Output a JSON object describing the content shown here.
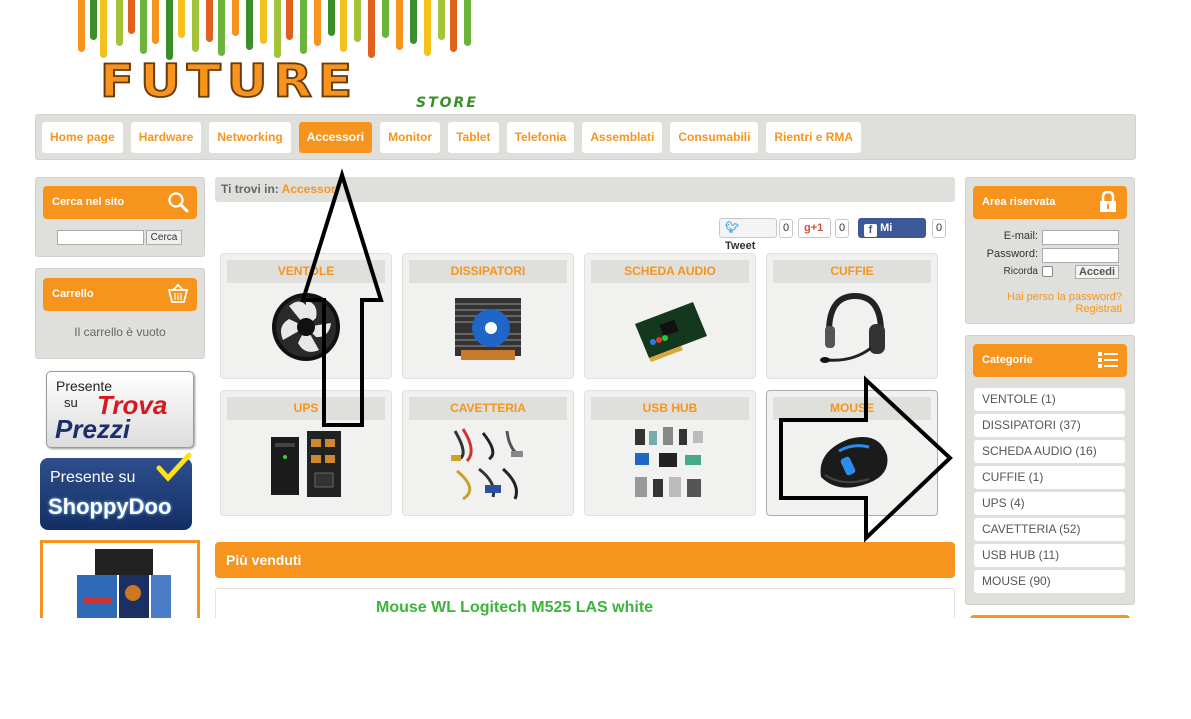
{
  "colors": {
    "accent": "#f7941d",
    "panel": "#dfdfdc",
    "product_name": "#3ab53a",
    "facebook": "#3b5998"
  },
  "logo": {
    "word": "FUTURE",
    "sub": "STORE"
  },
  "nav": {
    "items": [
      {
        "label": "Home page",
        "active": false
      },
      {
        "label": "Hardware",
        "active": false
      },
      {
        "label": "Networking",
        "active": false
      },
      {
        "label": "Accessori",
        "active": true
      },
      {
        "label": "Monitor",
        "active": false
      },
      {
        "label": "Tablet",
        "active": false
      },
      {
        "label": "Telefonia",
        "active": false
      },
      {
        "label": "Assemblati",
        "active": false
      },
      {
        "label": "Consumabili",
        "active": false
      },
      {
        "label": "Rientri e RMA",
        "active": false
      }
    ]
  },
  "search": {
    "title": "Cerca nel sito",
    "icon": "search-icon",
    "button": "Cerca",
    "value": ""
  },
  "cart": {
    "title": "Carrello",
    "icon": "cart-icon",
    "empty_text": "Il carrello è vuoto"
  },
  "badges": {
    "trovaprezzi": {
      "line1": "Presente",
      "line2": "su",
      "brand1": "Trova",
      "brand2": "Prezzi"
    },
    "shoppydoo": {
      "line1": "Presente su",
      "brand": "ShoppyDoo"
    }
  },
  "breadcrumb": {
    "label": "Ti trovi in:",
    "current": "Accessori"
  },
  "social": {
    "tweet": {
      "label": "Tweet",
      "count": "0"
    },
    "gplus": {
      "label": "+1",
      "count": "0"
    },
    "facebook": {
      "label": "Mi piace",
      "count": "0"
    }
  },
  "categories_grid": [
    {
      "title": "VENTOLE",
      "icon": "fan-icon"
    },
    {
      "title": "DISSIPATORI",
      "icon": "cpu-cooler-icon"
    },
    {
      "title": "SCHEDA AUDIO",
      "icon": "sound-card-icon"
    },
    {
      "title": "CUFFIE",
      "icon": "headset-icon"
    },
    {
      "title": "UPS",
      "icon": "ups-icon"
    },
    {
      "title": "CAVETTERIA",
      "icon": "cables-icon"
    },
    {
      "title": "USB HUB",
      "icon": "usb-hub-icon"
    },
    {
      "title": "MOUSE",
      "icon": "mouse-icon"
    }
  ],
  "best_sellers": {
    "title": "Più venduti",
    "product": "Mouse WL Logitech M525 LAS white"
  },
  "login": {
    "title": "Area riservata",
    "icon": "lock-icon",
    "email_label": "E-mail:",
    "password_label": "Password:",
    "remember_label": "Ricorda",
    "submit": "Accedi",
    "forgot": "Hai perso la password?",
    "register": "Registrati"
  },
  "category_list": {
    "title": "Categorie",
    "icon": "list-icon",
    "items": [
      {
        "label": "VENTOLE (1)"
      },
      {
        "label": "DISSIPATORI (37)"
      },
      {
        "label": "SCHEDA AUDIO (16)"
      },
      {
        "label": "CUFFIE (1)"
      },
      {
        "label": "UPS (4)"
      },
      {
        "label": "CAVETTERIA (52)"
      },
      {
        "label": "USB HUB (11)"
      },
      {
        "label": "MOUSE (90)"
      }
    ]
  }
}
